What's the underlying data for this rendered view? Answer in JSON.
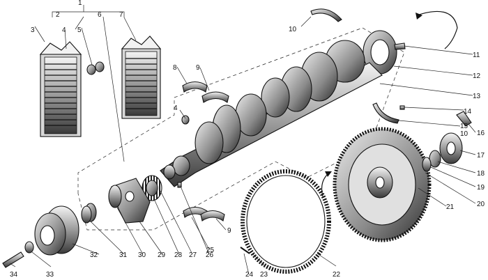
{
  "labels": {
    "l1": "1",
    "l2": "2",
    "l3": "3",
    "l4": "4",
    "l4b": "4",
    "l5": "5",
    "l6": "6",
    "l7": "7",
    "l8": "8",
    "l9": "9",
    "l9b": "9",
    "l10": "10",
    "l10b": "10",
    "l11": "11",
    "l12": "12",
    "l13": "13",
    "l14": "14",
    "l15": "15",
    "l16": "16",
    "l17": "17",
    "l18": "18",
    "l19": "19",
    "l20": "20",
    "l21": "21",
    "l22": "22",
    "l23": "23",
    "l24": "24",
    "l25": "25",
    "l26": "26",
    "l27": "27",
    "l28": "28",
    "l29": "29",
    "l30": "30",
    "l31": "31",
    "l32": "32",
    "l33": "33",
    "l34": "34"
  }
}
